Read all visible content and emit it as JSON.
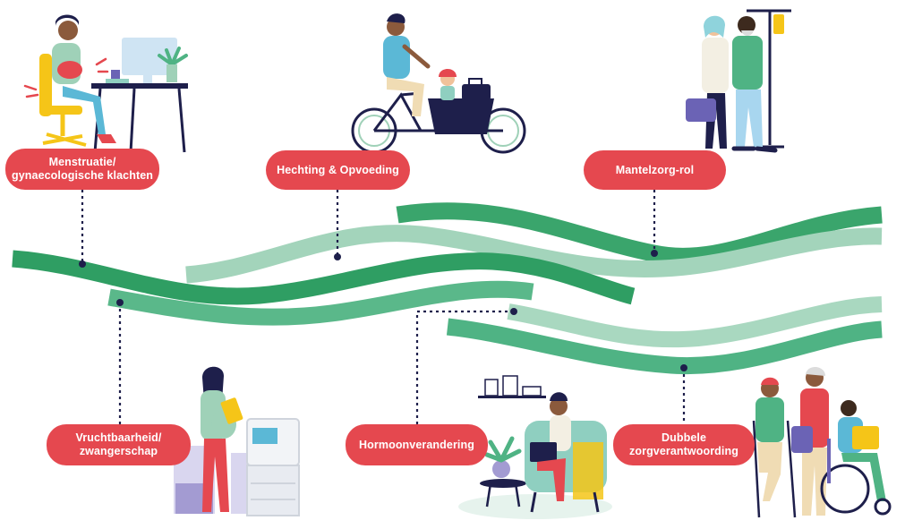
{
  "colors": {
    "label_bg": "#e5484f",
    "wave_dark": "#2f9e63",
    "wave_mid": "#4fb384",
    "wave_light": "#9fd1b8",
    "connector": "#1e1f4b"
  },
  "labels": {
    "menstruatie": {
      "line1": "Menstruatie/",
      "line2": "gynaecologische klachten"
    },
    "hechting": {
      "line1": "Hechting & Opvoeding"
    },
    "mantelzorg": {
      "line1": "Mantelzorg-rol"
    },
    "vruchtbaarheid": {
      "line1": "Vruchtbaarheid/",
      "line2": "zwangerschap"
    },
    "hormoon": {
      "line1": "Hormoonverandering"
    },
    "dubbele": {
      "line1": "Dubbele",
      "line2": "zorgverantwoording"
    }
  },
  "illustrations": [
    "woman-at-desk-with-cramps",
    "parent-on-cargo-bike-with-child",
    "caregiver-with-elderly-man-iv-stand",
    "pregnant-woman-at-printer",
    "woman-on-chair-with-laptop",
    "family-with-wheelchair"
  ]
}
